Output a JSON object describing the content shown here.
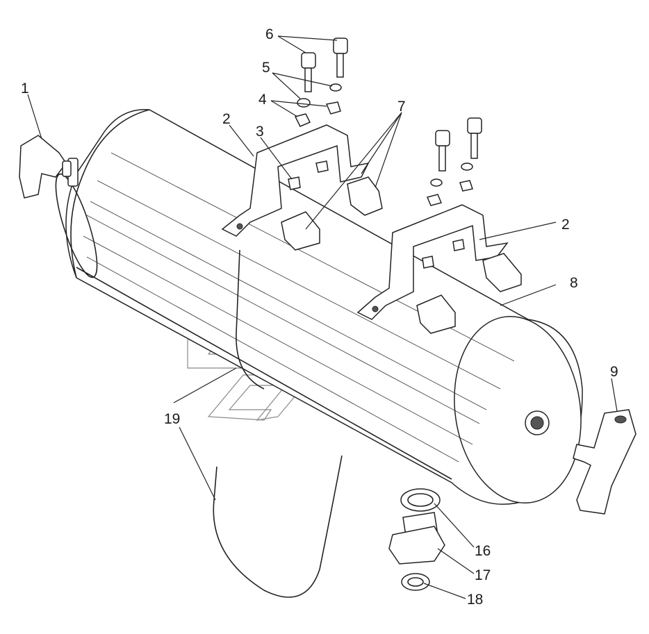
{
  "callouts": [
    {
      "id": "1",
      "text": "1"
    },
    {
      "id": "2a",
      "text": "2"
    },
    {
      "id": "2b",
      "text": "2"
    },
    {
      "id": "3",
      "text": "3"
    },
    {
      "id": "4",
      "text": "4"
    },
    {
      "id": "5",
      "text": "5"
    },
    {
      "id": "6",
      "text": "6"
    },
    {
      "id": "7",
      "text": "7"
    },
    {
      "id": "8",
      "text": "8"
    },
    {
      "id": "9",
      "text": "9"
    },
    {
      "id": "16",
      "text": "16"
    },
    {
      "id": "17",
      "text": "17"
    },
    {
      "id": "18",
      "text": "18"
    },
    {
      "id": "19",
      "text": "19"
    }
  ]
}
